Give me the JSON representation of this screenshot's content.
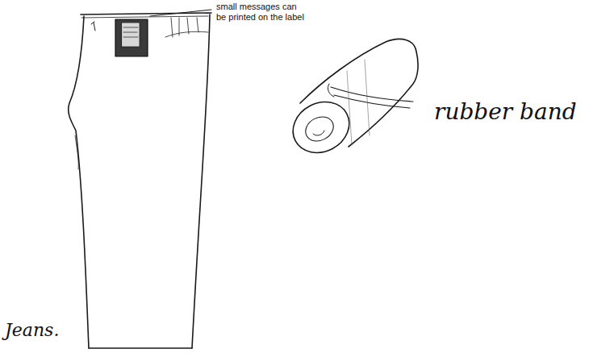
{
  "diagram": {
    "labels": [
      "small messages can be printed on the label",
      "rubber band",
      "Jeans."
    ]
  }
}
